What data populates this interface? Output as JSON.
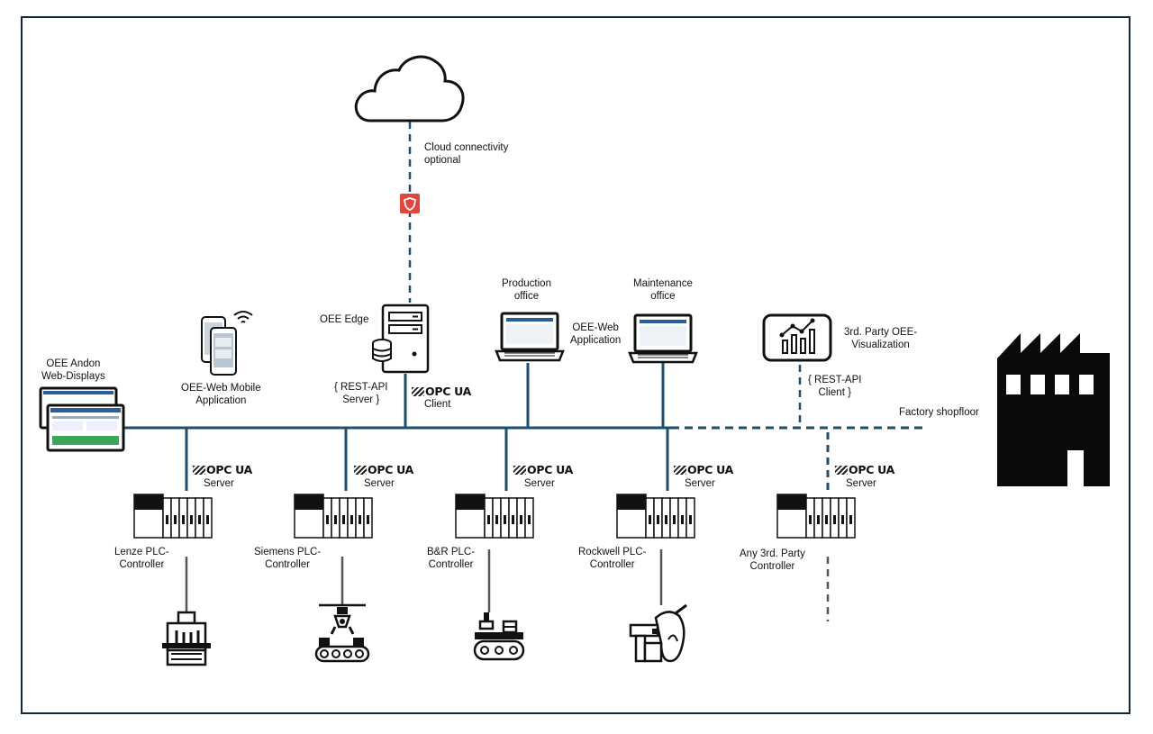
{
  "cloud": {
    "label_line1": "Cloud connectivity",
    "label_line2": "optional"
  },
  "edge": {
    "title": "OEE Edge",
    "rest_line1": "{ REST-API",
    "rest_line2": "Server }",
    "opc_logo": "OPC UA",
    "opc_role": "Client"
  },
  "andon": {
    "line1": "OEE Andon",
    "line2": "Web-Displays"
  },
  "mobile": {
    "line1": "OEE-Web Mobile",
    "line2": "Application"
  },
  "production_office": {
    "line1": "Production",
    "line2": "office"
  },
  "web_app": {
    "line1": "OEE-Web",
    "line2": "Application"
  },
  "maintenance_office": {
    "line1": "Maintenance",
    "line2": "office"
  },
  "third_party_vis": {
    "line1": "3rd. Party OEE-",
    "line2": "Visualization"
  },
  "third_party_rest": {
    "line1": "{ REST-API",
    "line2": "Client }"
  },
  "factory": {
    "label": "Factory shopfloor"
  },
  "controllers": [
    {
      "opc_logo": "OPC UA",
      "opc_role": "Server",
      "line1": "Lenze PLC-",
      "line2": "Controller",
      "machine_icon": "filling-machine-icon"
    },
    {
      "opc_logo": "OPC UA",
      "opc_role": "Server",
      "line1": "Siemens PLC-",
      "line2": "Controller",
      "machine_icon": "robot-conveyor-icon"
    },
    {
      "opc_logo": "OPC UA",
      "opc_role": "Server",
      "line1": "B&R PLC-",
      "line2": "Controller",
      "machine_icon": "packaging-conveyor-icon"
    },
    {
      "opc_logo": "OPC UA",
      "opc_role": "Server",
      "line1": "Rockwell PLC-",
      "line2": "Controller",
      "machine_icon": "press-machine-icon"
    },
    {
      "opc_logo": "OPC UA",
      "opc_role": "Server",
      "line1": "Any 3rd. Party",
      "line2": "Controller",
      "machine_icon": ""
    }
  ],
  "colors": {
    "network": "#1f4e6e",
    "frame": "#16263a",
    "firewall": "#e0463c"
  }
}
